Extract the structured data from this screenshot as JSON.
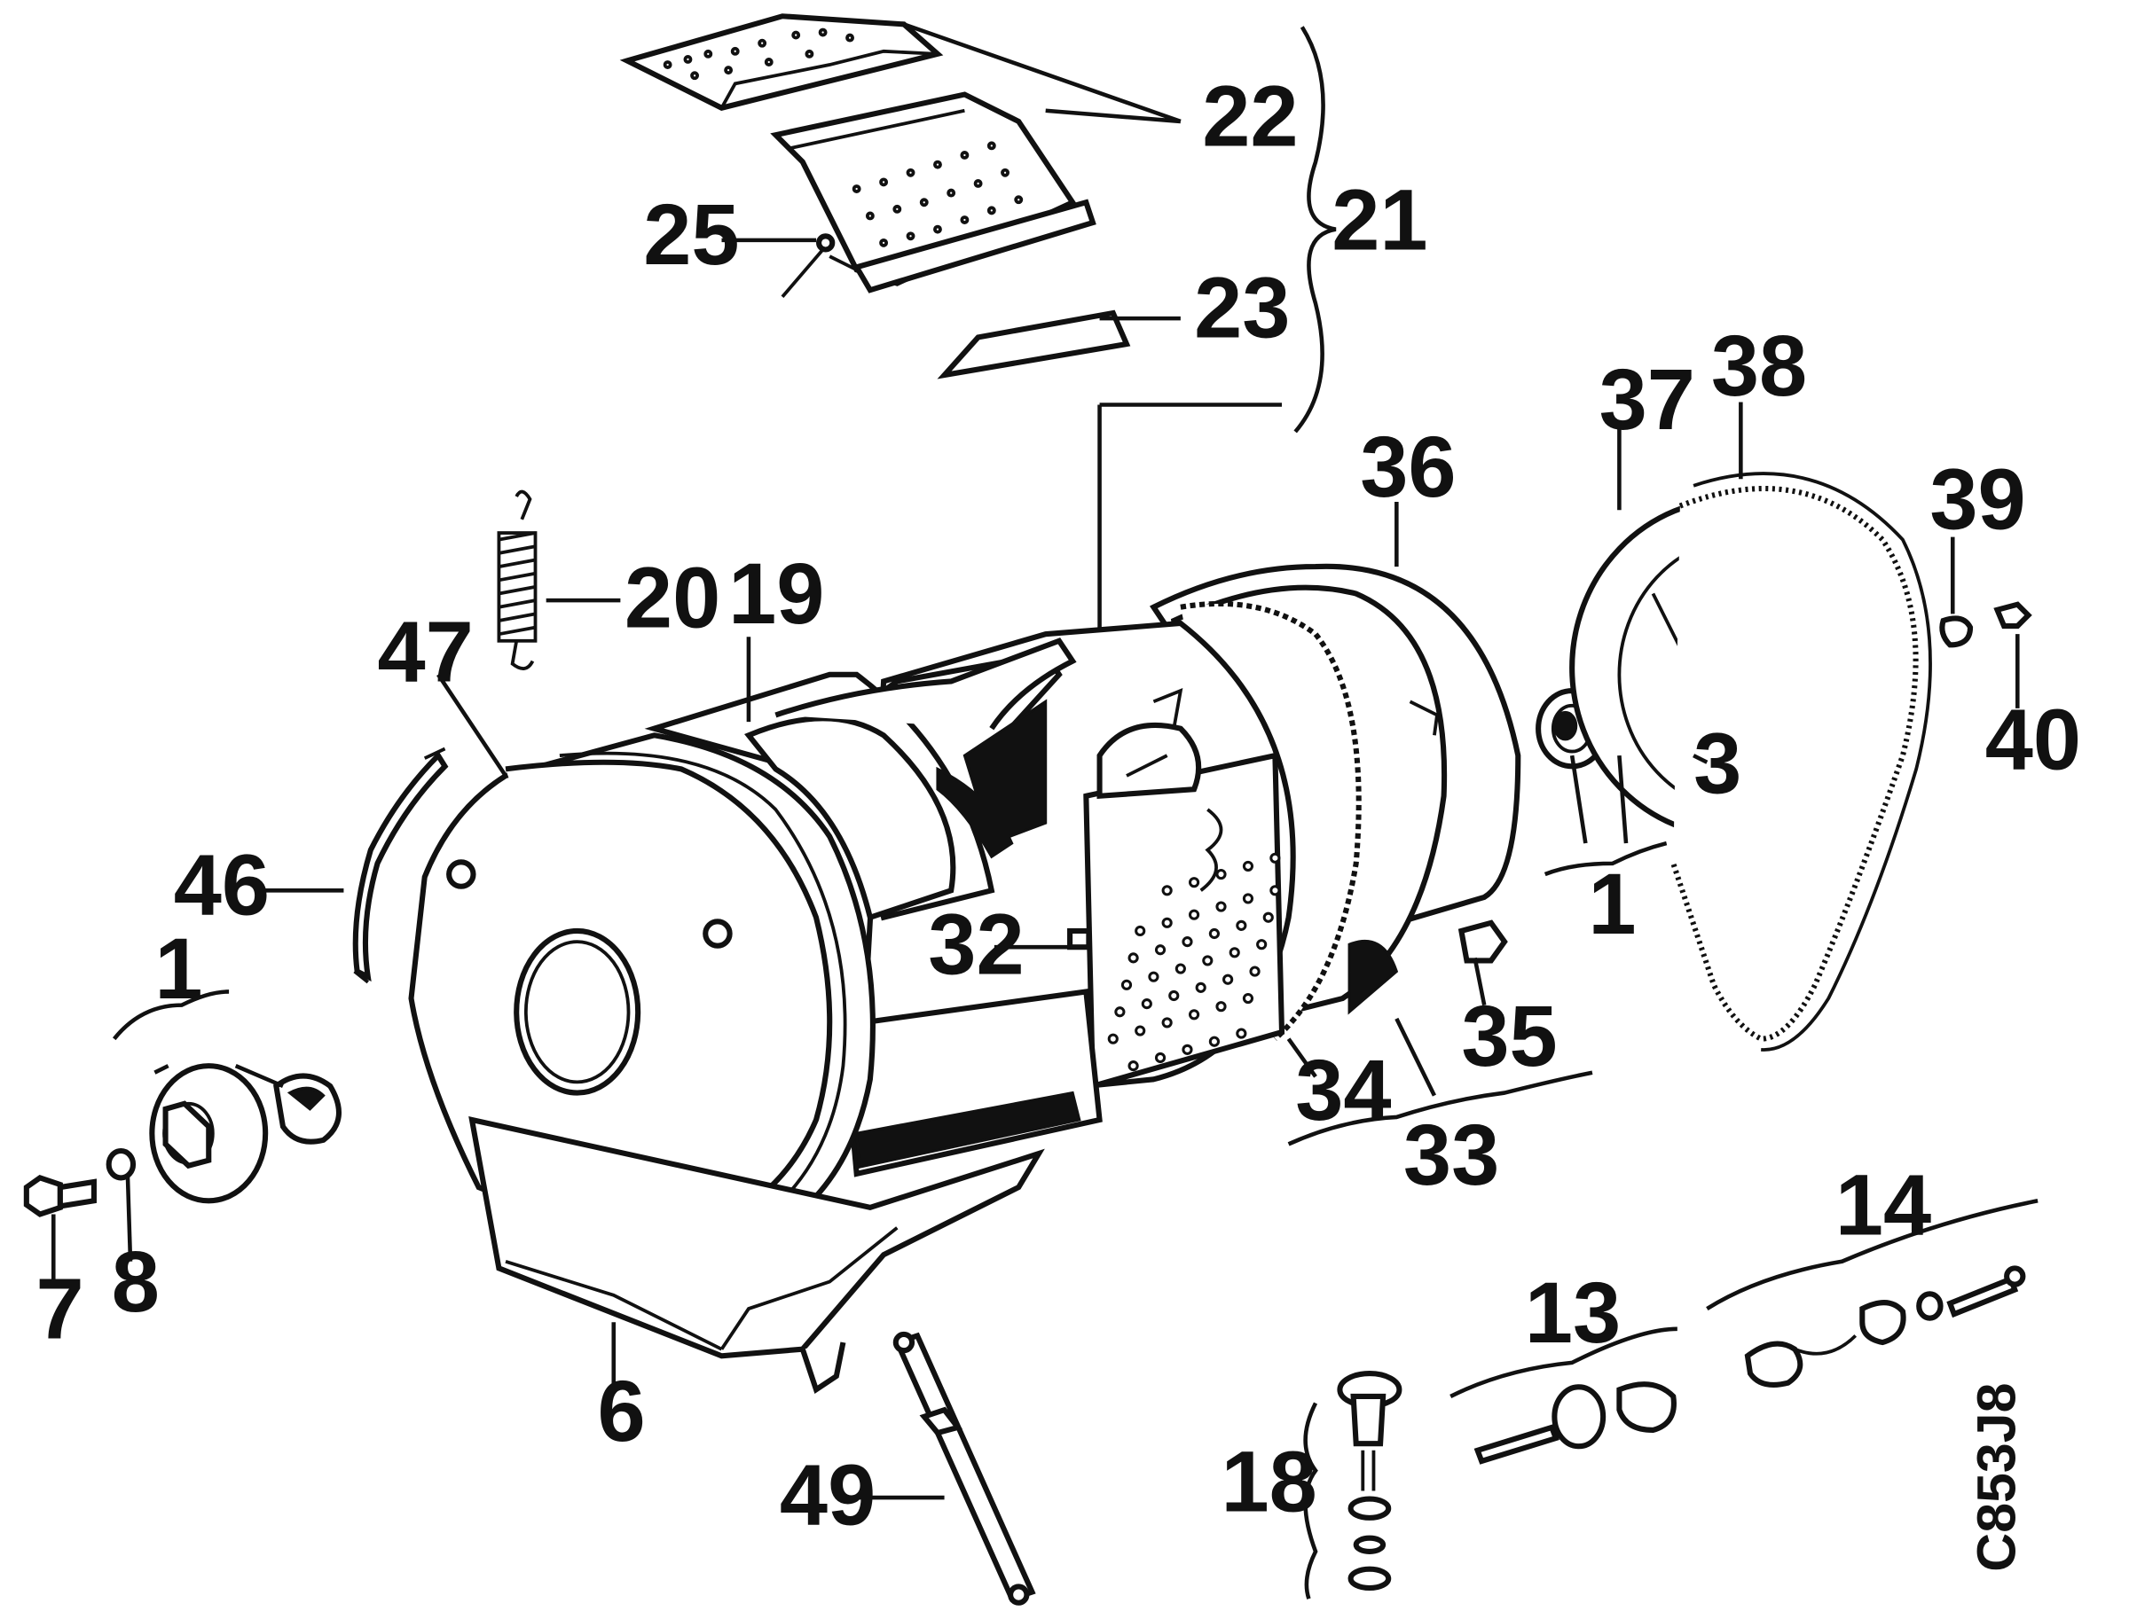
{
  "drawing_code": "C853J8",
  "callouts": [
    {
      "id": "c22",
      "text": "22"
    },
    {
      "id": "c21",
      "text": "21"
    },
    {
      "id": "c25",
      "text": "25"
    },
    {
      "id": "c23",
      "text": "23"
    },
    {
      "id": "c38",
      "text": "38"
    },
    {
      "id": "c37",
      "text": "37"
    },
    {
      "id": "c36",
      "text": "36"
    },
    {
      "id": "c39",
      "text": "39"
    },
    {
      "id": "c40",
      "text": "40"
    },
    {
      "id": "c20",
      "text": "20"
    },
    {
      "id": "c19",
      "text": "19"
    },
    {
      "id": "c47",
      "text": "47"
    },
    {
      "id": "c3",
      "text": "3"
    },
    {
      "id": "c1a",
      "text": "1"
    },
    {
      "id": "c46",
      "text": "46"
    },
    {
      "id": "c1b",
      "text": "1"
    },
    {
      "id": "c32",
      "text": "32"
    },
    {
      "id": "c35",
      "text": "35"
    },
    {
      "id": "c34",
      "text": "34"
    },
    {
      "id": "c33",
      "text": "33"
    },
    {
      "id": "c14",
      "text": "14"
    },
    {
      "id": "c13",
      "text": "13"
    },
    {
      "id": "c7",
      "text": "7"
    },
    {
      "id": "c8",
      "text": "8"
    },
    {
      "id": "c6",
      "text": "6"
    },
    {
      "id": "c18",
      "text": "18"
    },
    {
      "id": "c49",
      "text": "49"
    }
  ]
}
